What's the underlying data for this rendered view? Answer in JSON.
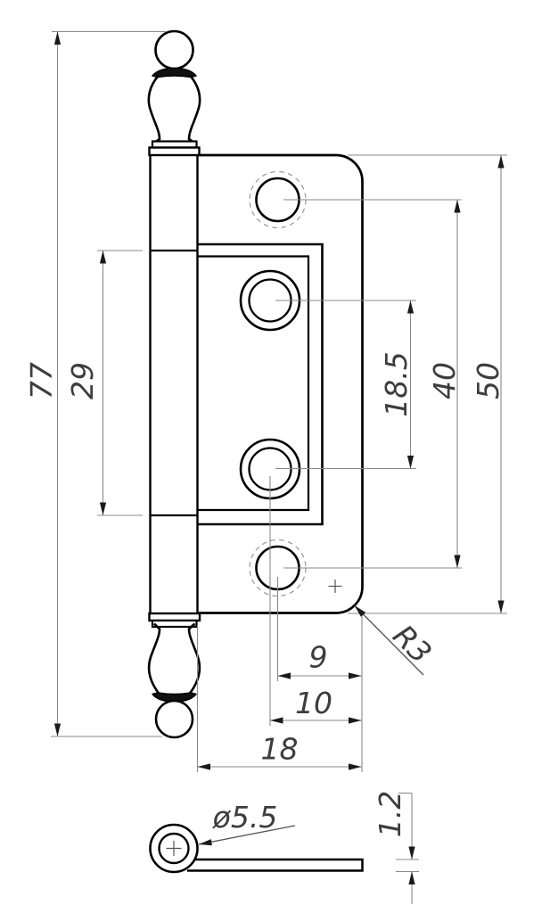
{
  "drawing": {
    "type": "technical-drawing",
    "subject": "cabinet flush hinge with ball finial pin, front view and bottom view",
    "dims": {
      "overall_height": "77",
      "knuckle_length": "29",
      "hole_pitch_middle": "18.5",
      "hole_pitch_outer": "40",
      "leaf_length": "50",
      "hole_offset_small": "9",
      "hole_offset_large": "10",
      "leaf_width": "18",
      "corner_radius": "R3",
      "pin_diameter": "ø5.5",
      "leaf_thickness": "1.2"
    },
    "symbols": {
      "center_mark": "+",
      "diameter_sign": "ø"
    },
    "colors": {
      "object_line": "#000000",
      "dimension_line": "#8a8a8a",
      "leader_line": "#555555",
      "dimension_text": "#3d3d3d",
      "background": "#ffffff"
    }
  }
}
